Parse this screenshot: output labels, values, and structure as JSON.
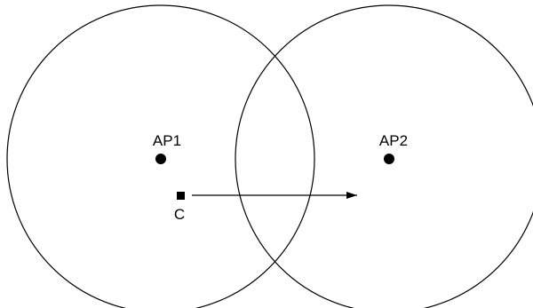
{
  "diagram": {
    "nodes": {
      "ap1": {
        "label": "AP1",
        "marker": "filled-circle"
      },
      "ap2": {
        "label": "AP2",
        "marker": "filled-circle"
      },
      "client": {
        "label": "C",
        "marker": "filled-square"
      }
    },
    "coverage_areas": [
      {
        "of": "ap1",
        "shape": "circle-outline"
      },
      {
        "of": "ap2",
        "shape": "circle-outline"
      }
    ],
    "movement": {
      "from": "client",
      "toward": "ap2",
      "arrow": "arrow-right"
    },
    "colors": {
      "stroke": "#000000",
      "fill": "#000000",
      "background": "#ffffff"
    }
  }
}
